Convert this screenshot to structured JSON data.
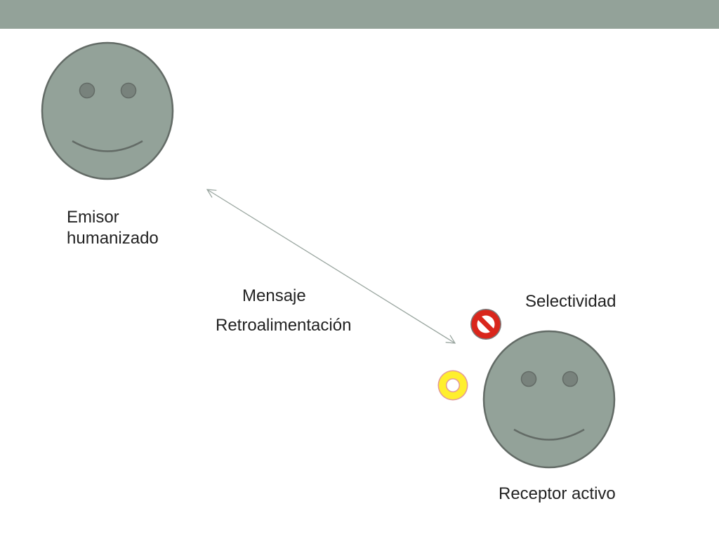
{
  "colors": {
    "top_bar": "#93a299",
    "face_fill": "#93a299",
    "face_stroke": "#636b66",
    "eye_fill": "#78827c",
    "arrow": "#9aa6a0",
    "prohibit_red": "#d9261c",
    "prohibit_outline": "#7a7a7a",
    "ring_yellow": "#ffef2e",
    "ring_outline": "#e29a9a"
  },
  "emisor": {
    "line1": "Emisor",
    "line2": "humanizado"
  },
  "arrow": {
    "label_message": "Mensaje",
    "label_feedback": "Retroalimentación"
  },
  "receptor": {
    "selectivity_label": "Selectividad",
    "label": "Receptor activo"
  },
  "icons": {
    "prohibit": "prohibit-icon",
    "ring": "donut-ring-icon",
    "face": "smiley-face-icon"
  }
}
